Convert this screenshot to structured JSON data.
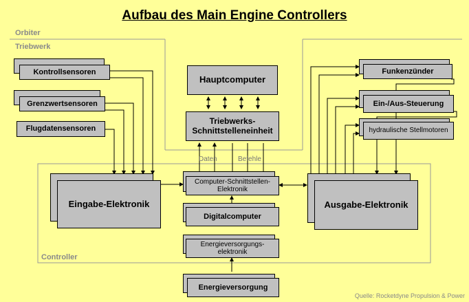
{
  "title": "Aufbau des Main Engine Controllers",
  "zones": {
    "orbiter": "Orbiter",
    "triebwerk": "Triebwerk",
    "controller": "Controller"
  },
  "boxes": {
    "hauptcomputer": "Hauptcomputer",
    "schnittstelle_line1": "Triebwerks-",
    "schnittstelle_line2": "Schnittstelleneinheit",
    "kontrollsensoren": "Kontrollsensoren",
    "grenzwertsensoren": "Grenzwertsensoren",
    "flugdatensensoren": "Flugdatensensoren",
    "funkenzuender": "Funkenzünder",
    "ein_aus": "Ein-/Aus-Steuerung",
    "stellmotoren": "hydraulische Stellmotoren",
    "eingabe": "Eingabe-Elektronik",
    "ausgabe": "Ausgabe-Elektronik",
    "computer_schnitt_line1": "Computer-Schnittstellen-",
    "computer_schnitt_line2": "Elektronik",
    "digitalcomputer": "Digitalcomputer",
    "energie_elektronik_line1": "Energieversorgungs-",
    "energie_elektronik_line2": "elektronik",
    "energieversorgung": "Energieversorgung"
  },
  "flow_labels": {
    "daten": "Daten",
    "befehle": "Befehle"
  },
  "source": "Quelle: Rocketdyne Propulsion & Power",
  "colors": {
    "background": "#ffff99",
    "box": "#c0c0c0",
    "zone_line": "#999999"
  }
}
